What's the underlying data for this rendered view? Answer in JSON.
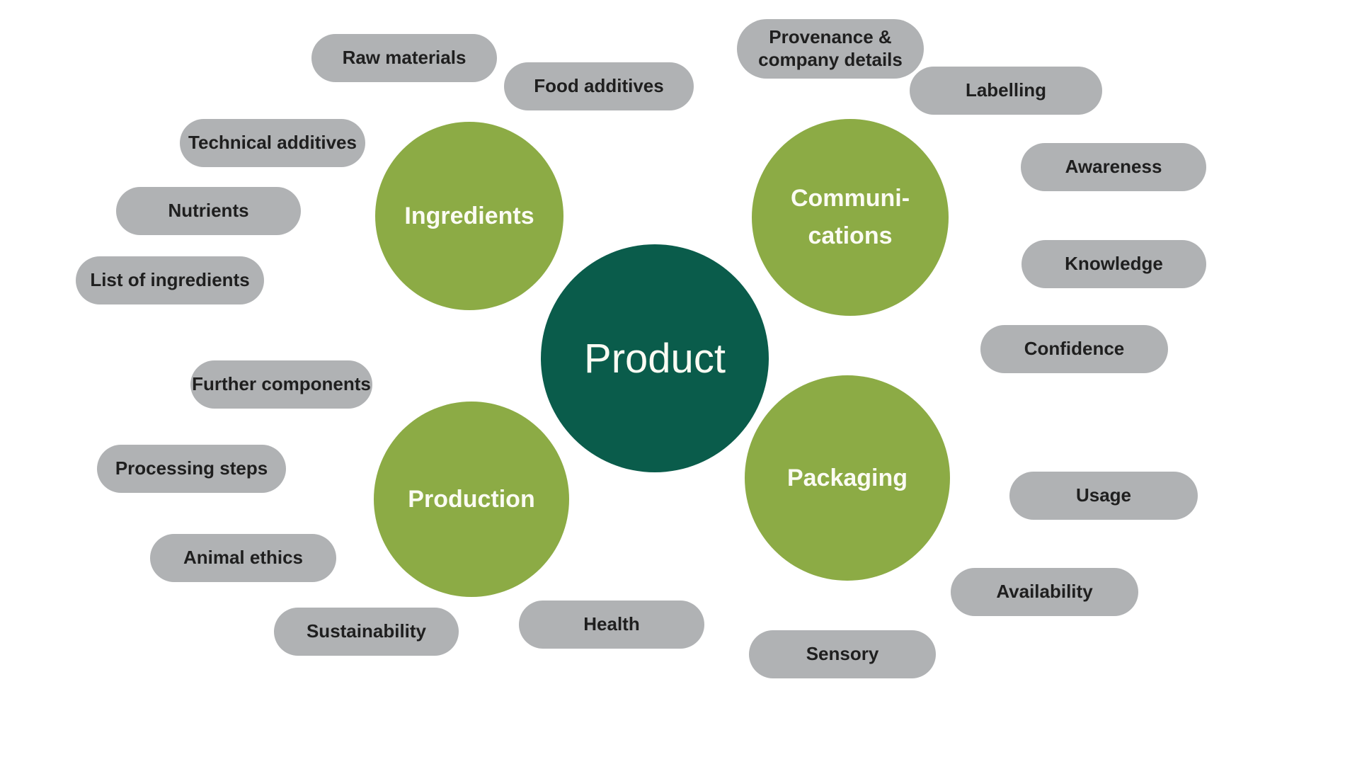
{
  "diagram": {
    "type": "mind-map",
    "center": {
      "label": "Product"
    },
    "categories": [
      {
        "id": "ingredients",
        "label": "Ingredients"
      },
      {
        "id": "communications",
        "label": "Communi-\ncations"
      },
      {
        "id": "production",
        "label": "Production"
      },
      {
        "id": "packaging",
        "label": "Packaging"
      }
    ],
    "satellites": [
      {
        "label": "Raw materials",
        "category": "ingredients"
      },
      {
        "label": "Food additives",
        "category": "ingredients"
      },
      {
        "label": "Technical additives",
        "category": "ingredients"
      },
      {
        "label": "Nutrients",
        "category": "ingredients"
      },
      {
        "label": "List of ingredients",
        "category": "ingredients"
      },
      {
        "label": "Provenance & company details",
        "category": "communications"
      },
      {
        "label": "Labelling",
        "category": "communications"
      },
      {
        "label": "Awareness",
        "category": "communications"
      },
      {
        "label": "Knowledge",
        "category": "communications"
      },
      {
        "label": "Confidence",
        "category": "communications"
      },
      {
        "label": "Further components",
        "category": "production"
      },
      {
        "label": "Processing steps",
        "category": "production"
      },
      {
        "label": "Animal ethics",
        "category": "production"
      },
      {
        "label": "Sustainability",
        "category": "production"
      },
      {
        "label": "Health",
        "category": "production"
      },
      {
        "label": "Usage",
        "category": "packaging"
      },
      {
        "label": "Availability",
        "category": "packaging"
      },
      {
        "label": "Sensory",
        "category": "packaging"
      }
    ],
    "colors": {
      "background": "#ffffff",
      "center_circle": "#0a5c4b",
      "category_circle": "#8cab45",
      "satellite_pill": "#b0b2b4",
      "satellite_text": "#1f1f1f",
      "circle_text": "#fbfbf3"
    }
  }
}
